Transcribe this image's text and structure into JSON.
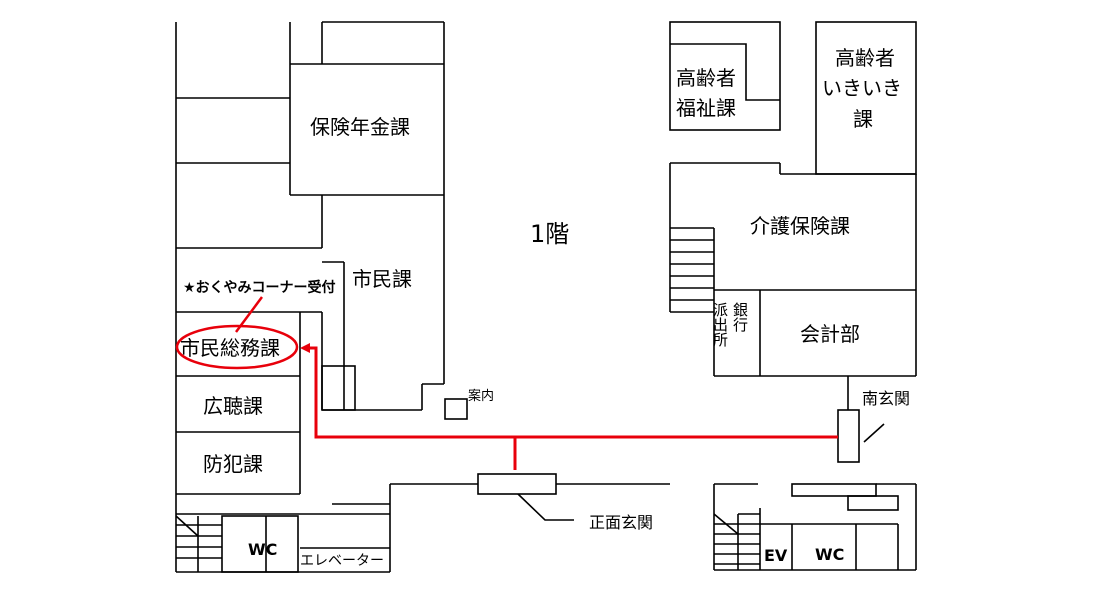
{
  "floor": {
    "label": "1階"
  },
  "rooms": {
    "hoken_nenkin": "保険年金課",
    "shimin": "市民課",
    "shimin_soumu": "市民総務課",
    "kouchou": "広聴課",
    "bouhan": "防犯課",
    "koureisha_fukushi_line1": "高齢者",
    "koureisha_fukushi_line2": "福祉課",
    "koureisha_ikiiki_line1": "高齢者",
    "koureisha_ikiiki_line2": "いきいき",
    "koureisha_ikiiki_line3": "課",
    "kaigo_hoken": "介護保険課",
    "haken_ginkou_col1": "派出所",
    "haken_ginkou_col2": "銀行",
    "kaikei": "会計部"
  },
  "facilities": {
    "wc_left": "WC",
    "wc_right": "WC",
    "elevator": "エレベーター",
    "ev": "EV",
    "annai": "案内"
  },
  "entrances": {
    "minami": "南玄関",
    "shoumen": "正面玄関"
  },
  "annotation": {
    "okuyami": "★おくやみコーナー受付",
    "color": "#e8000b"
  }
}
